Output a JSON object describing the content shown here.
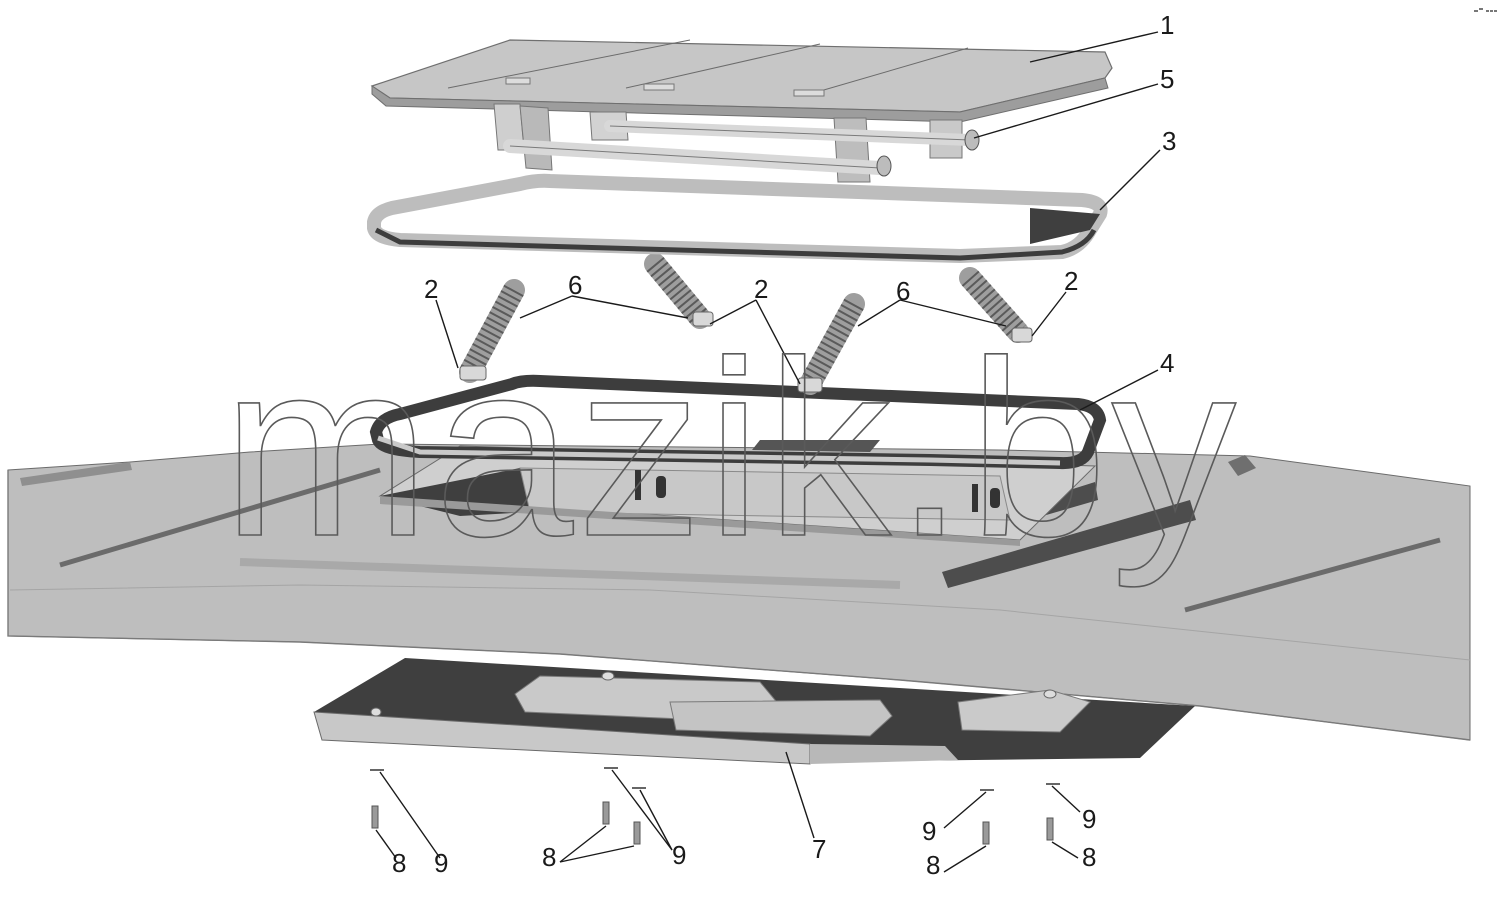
{
  "watermark": "mazik.by",
  "callouts": [
    {
      "id": "c1",
      "text": "1"
    },
    {
      "id": "c5",
      "text": "5"
    },
    {
      "id": "c3",
      "text": "3"
    },
    {
      "id": "c2a",
      "text": "2"
    },
    {
      "id": "c6a",
      "text": "6"
    },
    {
      "id": "c2b",
      "text": "2"
    },
    {
      "id": "c6b",
      "text": "6"
    },
    {
      "id": "c2c",
      "text": "2"
    },
    {
      "id": "c4",
      "text": "4"
    },
    {
      "id": "c7",
      "text": "7"
    },
    {
      "id": "c8a",
      "text": "8"
    },
    {
      "id": "c9a",
      "text": "9"
    },
    {
      "id": "c8b",
      "text": "8"
    },
    {
      "id": "c9b",
      "text": "9"
    },
    {
      "id": "c9c",
      "text": "9"
    },
    {
      "id": "c8c",
      "text": "8"
    },
    {
      "id": "c9d",
      "text": "9"
    },
    {
      "id": "c8d",
      "text": "8"
    }
  ],
  "colors": {
    "part_light": "#c9c9c9",
    "part_mid": "#b4b4b4",
    "part_dark": "#4a4a4a",
    "roof": "#bdbdbd",
    "line": "#1a1a1a"
  }
}
